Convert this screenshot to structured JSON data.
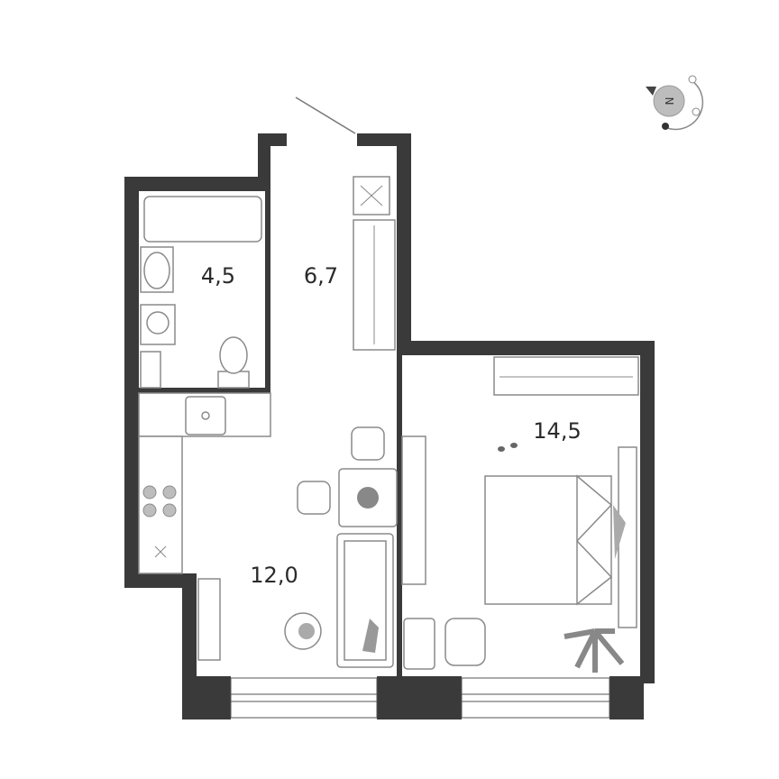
{
  "rooms": [
    {
      "area": "4,5"
    },
    {
      "area": "6,7"
    },
    {
      "area": "12,0"
    },
    {
      "area": "14,5"
    }
  ],
  "compass": {
    "label": "N"
  },
  "colors": {
    "wall": "#3a3a3a",
    "furniture_stroke": "#8a8a8a",
    "accent_gray": "#bdbdbd"
  }
}
